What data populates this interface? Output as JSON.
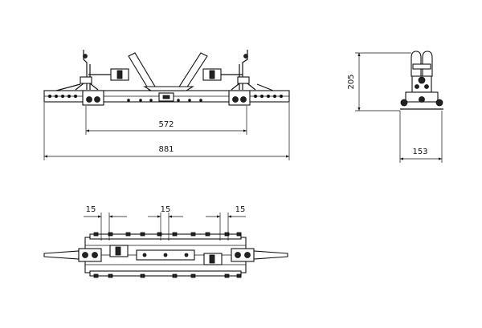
{
  "dimensions": {
    "front_inner_width": "572",
    "front_overall_width": "881",
    "side_height": "205",
    "side_depth": "153",
    "top_spacing_left": "15",
    "top_spacing_center": "15",
    "top_spacing_right": "15"
  }
}
